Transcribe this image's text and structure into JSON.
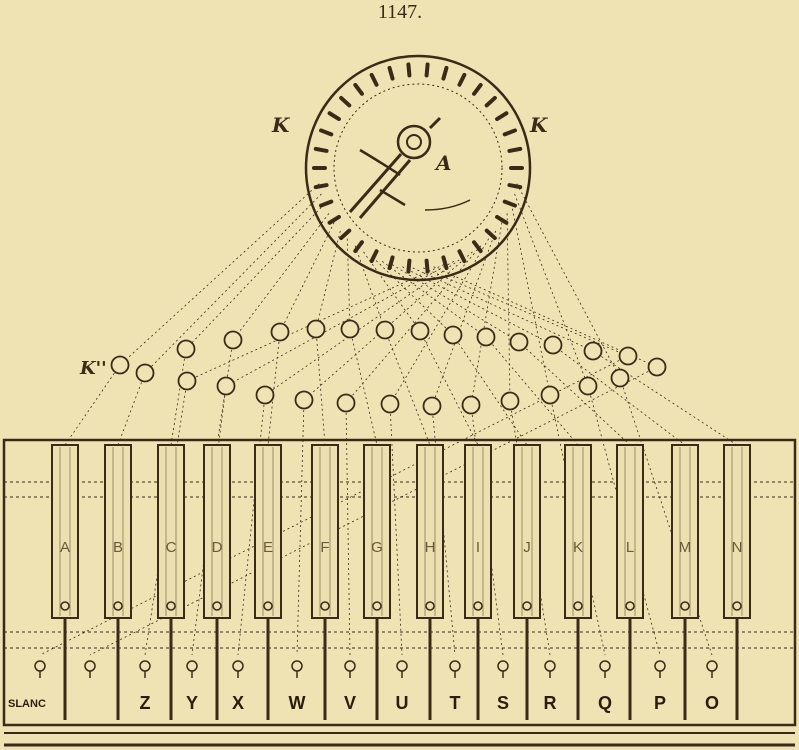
{
  "figure": {
    "number": "1147.",
    "labels": {
      "dial_left": "K",
      "dial_right": "K",
      "wheel_center": "A",
      "circles_label": "K''"
    },
    "upper_keys": [
      "A",
      "B",
      "C",
      "D",
      "E",
      "F",
      "G",
      "H",
      "I",
      "J",
      "K",
      "L",
      "M",
      "N"
    ],
    "lower_keys": [
      "SLANC",
      "",
      "Z",
      "Y",
      "X",
      "W",
      "V",
      "U",
      "T",
      "S",
      "R",
      "Q",
      "P",
      "O"
    ]
  }
}
